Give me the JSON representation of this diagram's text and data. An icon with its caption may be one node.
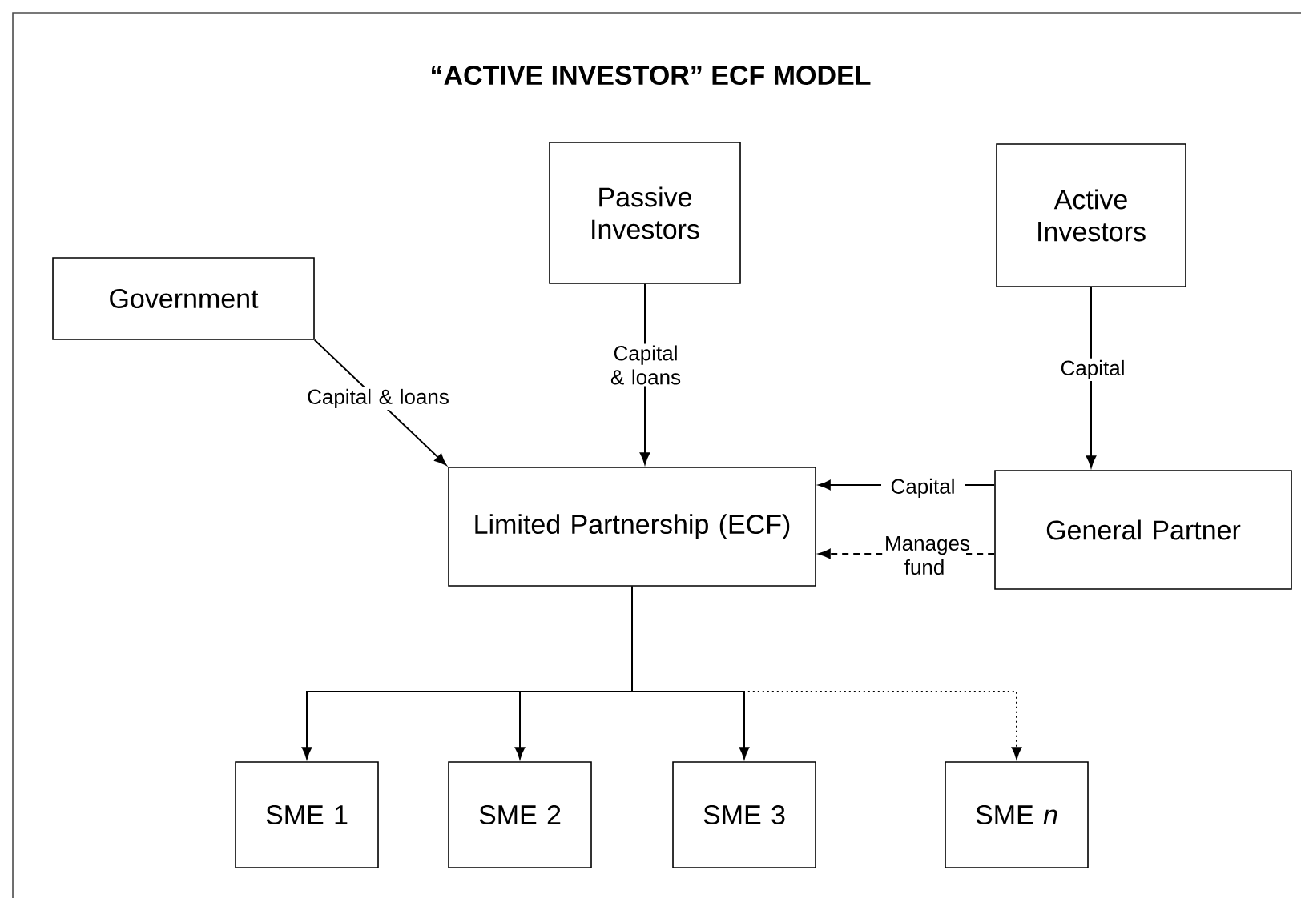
{
  "diagram": {
    "title": "“ACTIVE INVESTOR” ECF MODEL",
    "nodes": [
      {
        "text": [
          "Government"
        ]
      },
      {
        "text": [
          "Passive Investors"
        ]
      },
      {
        "text": [
          "Active Investors"
        ]
      },
      {
        "text": [
          "Limited Partnership (ECF)"
        ]
      },
      {
        "text": [
          "General Partner"
        ]
      },
      {
        "text": [
          "SME 1"
        ]
      },
      {
        "text": [
          "SME 2"
        ]
      },
      {
        "text": [
          "SME 3"
        ]
      },
      {
        "text": [
          "SME *n*"
        ]
      }
    ],
    "edges": [
      {
        "from": 0,
        "to": 3,
        "arrow": "to",
        "label": "Capital & loans"
      },
      {
        "from": 1,
        "to": 3,
        "arrow": "to",
        "label": "Capital & loans"
      },
      {
        "from": 2,
        "to": 4,
        "arrow": "to",
        "label": "Capital"
      },
      {
        "from": 4,
        "to": 3,
        "arrow": "to",
        "label": "Capital"
      },
      {
        "from": 4,
        "to": 3,
        "arrow": "to",
        "label": "Manages fund",
        "style": "dashed"
      },
      {
        "from": 3,
        "to": 5,
        "arrow": "to"
      },
      {
        "from": 3,
        "to": 6,
        "arrow": "to"
      },
      {
        "from": 3,
        "to": 7,
        "arrow": "to"
      },
      {
        "from": 3,
        "to": 8,
        "arrow": "to",
        "style": "dashed"
      }
    ]
  }
}
